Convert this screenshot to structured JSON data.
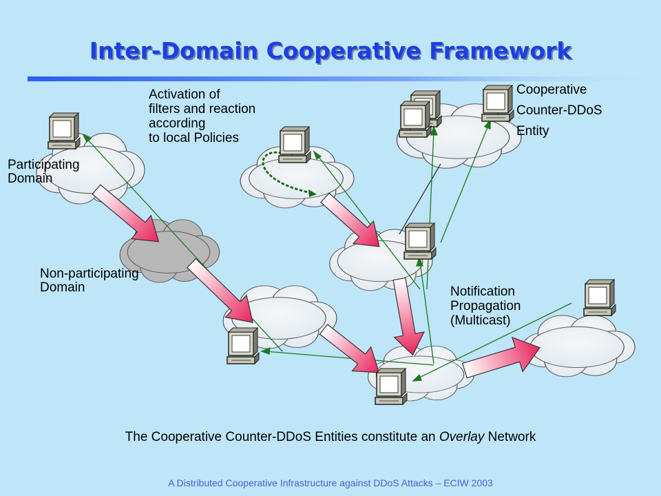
{
  "title": "Inter-Domain Cooperative Framework",
  "labels": {
    "activation": [
      "Activation of",
      "filters and reaction",
      "according",
      "to local Policies"
    ],
    "entity": [
      "Cooperative",
      "Counter-DDoS",
      "Entity"
    ],
    "participating": [
      "Participating",
      "Domain"
    ],
    "non_participating": [
      "Non-participating",
      "Domain"
    ],
    "notification": [
      "Notification",
      "Propagation",
      "(Multicast)"
    ]
  },
  "caption": {
    "before": "The Cooperative Counter-DDoS Entities constitute an ",
    "emph": "Overlay",
    "after": " Network"
  },
  "footer": "A Distributed Cooperative Infrastructure against DDoS Attacks – ECIW 2003",
  "colors": {
    "background": "#bfe5f8",
    "title": "#1b3fe0",
    "cloud": "#eaf0f4",
    "non_participating_cloud": "#b8b8b8",
    "overlay_line": "#1c7a1c",
    "arrow_start": "#ffffff",
    "arrow_end": "#e8235a",
    "footer": "#4a5fd6"
  }
}
